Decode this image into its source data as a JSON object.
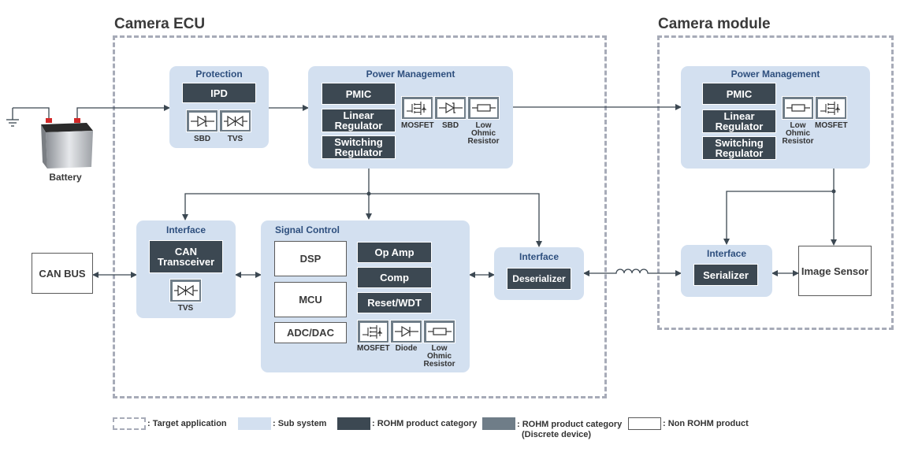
{
  "titles": {
    "camera_ecu": "Camera ECU",
    "camera_module": "Camera module"
  },
  "battery": {
    "label": "Battery"
  },
  "protection": {
    "title": "Protection",
    "ipd": "IPD",
    "sbd": "SBD",
    "tvs": "TVS"
  },
  "pm_ecu": {
    "title": "Power Management",
    "pmic": "PMIC",
    "linear": "Linear Regulator",
    "switching": "Switching Regulator",
    "mosfet": "MOSFET",
    "sbd": "SBD",
    "resistor": "Low Ohmic Resistor"
  },
  "pm_module": {
    "title": "Power Management",
    "pmic": "PMIC",
    "linear": "Linear Regulator",
    "switching": "Switching Regulator",
    "resistor": "Low Ohmic Resistor",
    "mosfet": "MOSFET"
  },
  "can_bus": {
    "label": "CAN BUS"
  },
  "interface_can": {
    "title": "Interface",
    "transceiver": "CAN Transceiver",
    "tvs": "TVS"
  },
  "signal_control": {
    "title": "Signal Control",
    "dsp": "DSP",
    "mcu": "MCU",
    "adc_dac": "ADC/DAC",
    "op_amp": "Op Amp",
    "comp": "Comp",
    "reset_wdt": "Reset/WDT",
    "mosfet": "MOSFET",
    "diode": "Diode",
    "resistor": "Low Ohmic Resistor"
  },
  "interface_deser": {
    "title": "Interface",
    "deserializer": "Deserializer"
  },
  "interface_ser": {
    "title": "Interface",
    "serializer": "Serializer"
  },
  "image_sensor": {
    "label": "Image Sensor"
  },
  "legend": {
    "target": ": Target application",
    "sub": ": Sub system",
    "rohm": ": ROHM product category",
    "rohm_discrete": ": ROHM product category",
    "rohm_discrete_sub": "(Discrete device)",
    "non_rohm": ": Non ROHM product"
  },
  "colors": {
    "dark": "#3c4852",
    "discrete": "#6f7d88",
    "subsystem": "#d3e0f0",
    "target_border": "#a7abb8"
  }
}
